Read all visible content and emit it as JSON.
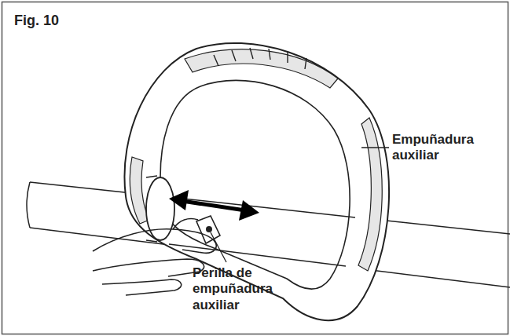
{
  "diagram": {
    "title": "Fig. 10",
    "labels": [
      "Empuñadura auxiliar",
      "Perilla de empuñadura auxiliar"
    ]
  }
}
